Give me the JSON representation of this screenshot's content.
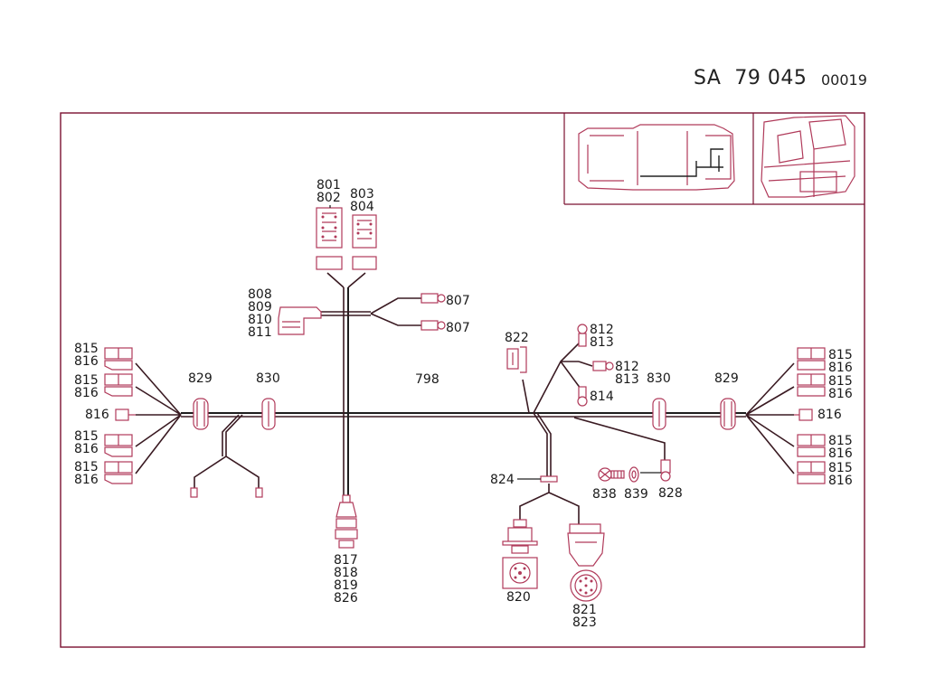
{
  "header": {
    "code": "SA  79 045",
    "number": "00019"
  },
  "labels": {
    "l798": "798",
    "l801": "801",
    "l802": "802",
    "l803": "803",
    "l804": "804",
    "l807a": "807",
    "l807b": "807",
    "l808": "808",
    "l809": "809",
    "l810": "810",
    "l811": "811",
    "l812a": "812",
    "l813a": "813",
    "l812b": "812",
    "l813b": "813",
    "l814": "814",
    "l815_L1": "815",
    "l816_L1": "816",
    "l815_L2": "815",
    "l816_L2": "816",
    "l816_L3": "816",
    "l815_L4": "815",
    "l816_L4": "816",
    "l815_L5": "815",
    "l816_L5": "816",
    "l815_R1": "815",
    "l816_R1": "816",
    "l815_R2": "815",
    "l816_R2": "816",
    "l816_R3": "816",
    "l815_R4": "815",
    "l816_R4": "816",
    "l815_R5": "815",
    "l816_R5": "816",
    "l817": "817",
    "l818": "818",
    "l819": "819",
    "l826": "826",
    "l820": "820",
    "l821": "821",
    "l822": "822",
    "l823": "823",
    "l824": "824",
    "l828": "828",
    "l829a": "829",
    "l829b": "829",
    "l830a": "830",
    "l830b": "830",
    "l838": "838",
    "l839": "839"
  }
}
